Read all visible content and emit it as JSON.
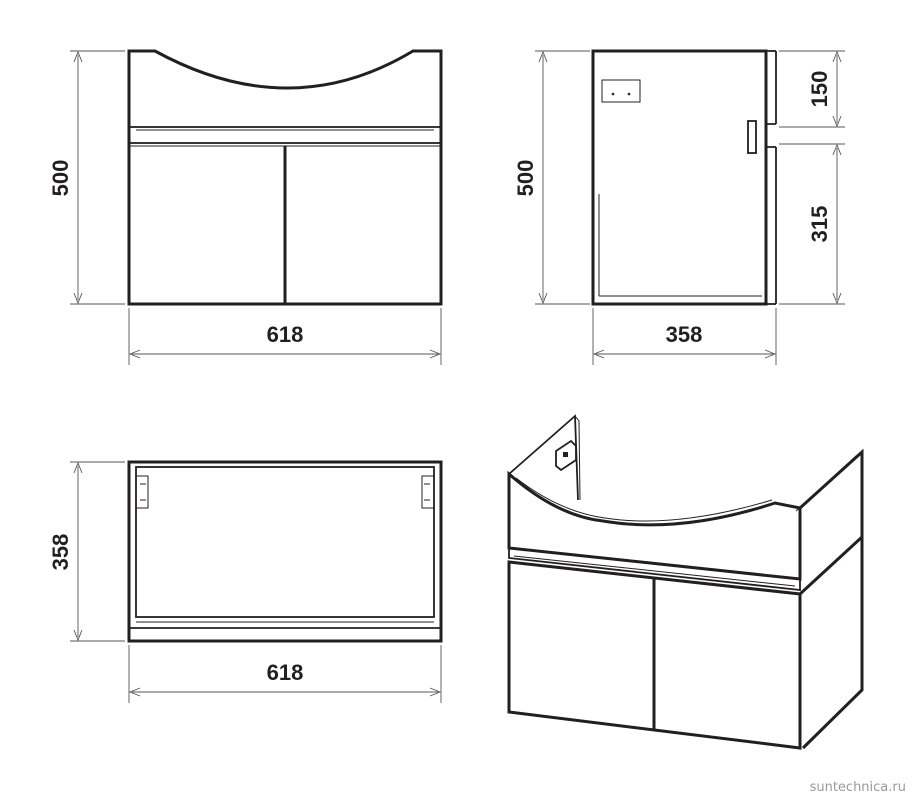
{
  "views": {
    "front": {
      "height_label": "500",
      "width_label": "618"
    },
    "side": {
      "height_label": "500",
      "upper_label": "150",
      "lower_label": "315",
      "depth_label": "358"
    },
    "top": {
      "depth_label": "358",
      "width_label": "618"
    }
  },
  "watermark": "suntechnica.ru",
  "colors": {
    "ink": "#231f20",
    "dim": "#555555",
    "watermark": "#9a9a9a"
  }
}
